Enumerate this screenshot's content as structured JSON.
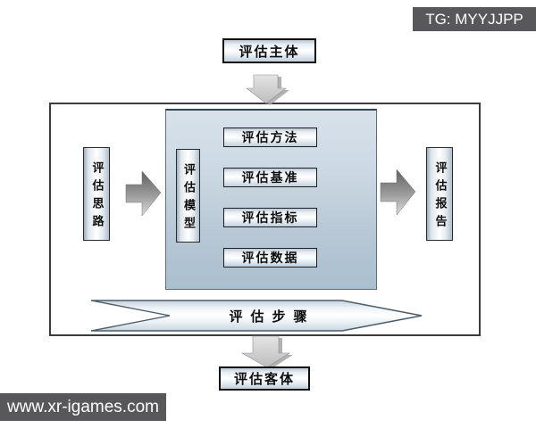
{
  "watermarks": {
    "tg_badge": "TG: MYYJJPP",
    "site_badge": "www.xr-igames.com"
  },
  "diagram": {
    "top_node": "评估主体",
    "bottom_node": "评估客体",
    "left_node": "评估思路",
    "right_node": "评估报告",
    "model_node": "评估模型",
    "inner_nodes": [
      "评估方法",
      "评估基准",
      "评估指标",
      "评估数据"
    ],
    "steps_banner": "评估步骤"
  },
  "colors": {
    "badge_bg": "#58585a",
    "badge_text": "#ffffff",
    "panel_fill_top": "#d8e1ea",
    "panel_fill_bottom": "#aabfcf",
    "box_glass_edge": "#bfd0dd",
    "box_border": "#1e1e1e",
    "outer_border": "#3c3c3c",
    "connector_gray": "#c2c2c2",
    "text": "#111111"
  }
}
